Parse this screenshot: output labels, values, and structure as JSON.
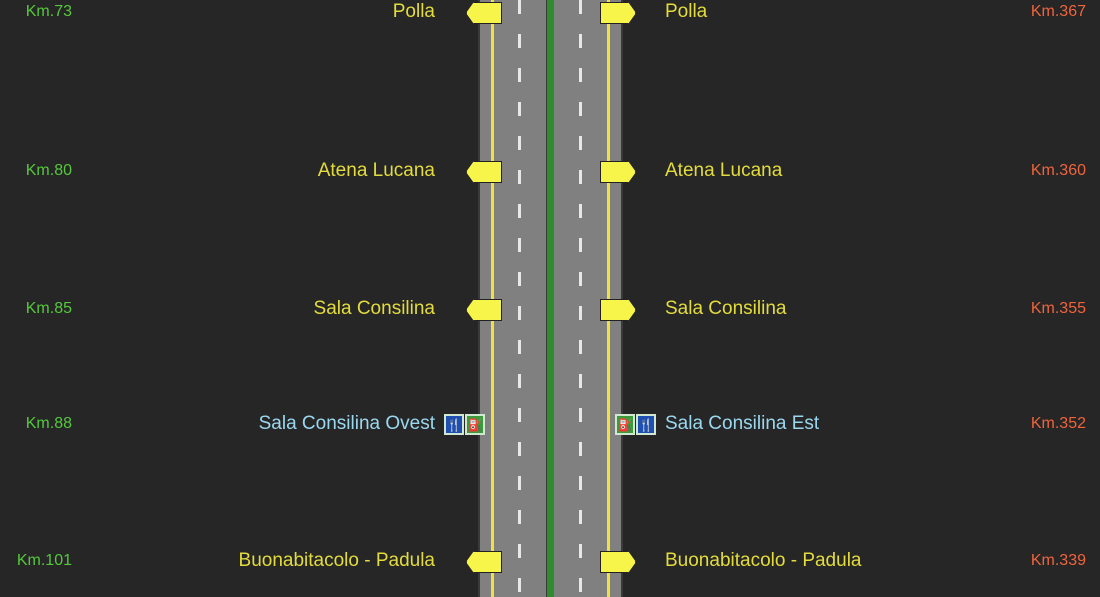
{
  "rows": [
    {
      "km_left": "Km.73",
      "km_right": "Km.367",
      "name_left": "Polla",
      "name_right": "Polla",
      "type": "exit"
    },
    {
      "km_left": "Km.80",
      "km_right": "Km.360",
      "name_left": "Atena Lucana",
      "name_right": "Atena Lucana",
      "type": "exit"
    },
    {
      "km_left": "Km.85",
      "km_right": "Km.355",
      "name_left": "Sala Consilina",
      "name_right": "Sala Consilina",
      "type": "exit"
    },
    {
      "km_left": "Km.88",
      "km_right": "Km.352",
      "name_left": "Sala Consilina Ovest",
      "name_right": "Sala Consilina Est",
      "type": "service-area",
      "icons": [
        "restaurant-icon",
        "fuel-icon"
      ]
    },
    {
      "km_left": "Km.101",
      "km_right": "Km.339",
      "name_left": "Buonabitacolo - Padula",
      "name_right": "Buonabitacolo - Padula",
      "type": "exit"
    }
  ],
  "icons": {
    "food": "🍴",
    "fuel": "⛽"
  },
  "colors": {
    "km_left": "#55c83c",
    "km_right": "#f0643c",
    "exit": "#e3dc3c",
    "service_area": "#9bd8f0",
    "median": "#2e8b2e"
  }
}
